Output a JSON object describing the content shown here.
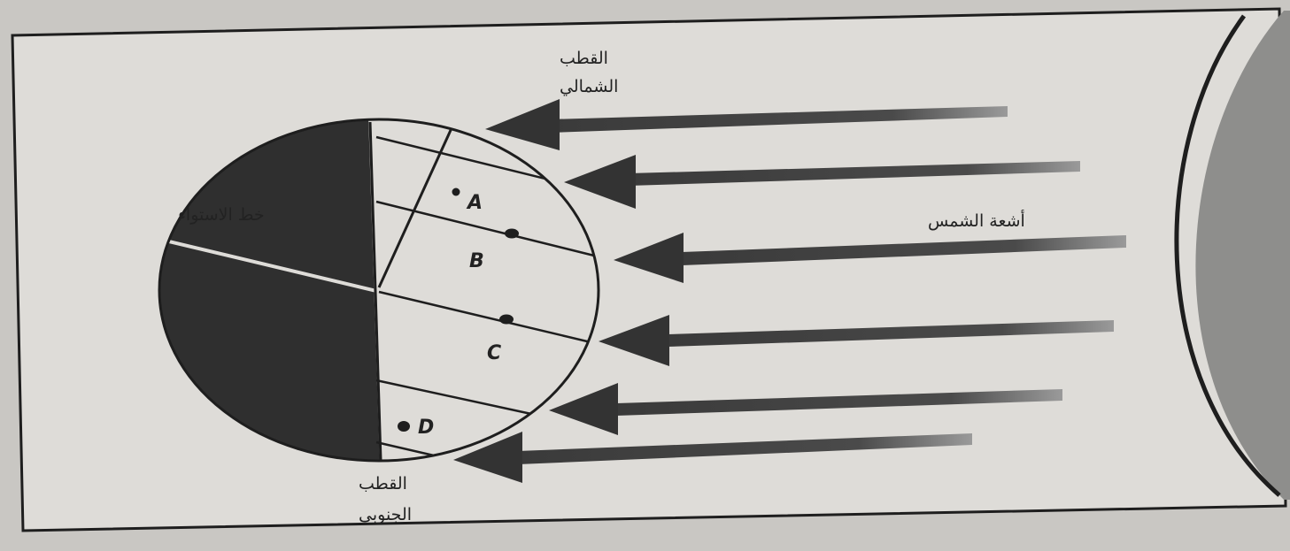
{
  "labels": {
    "north_pole_line1": "القطب",
    "north_pole_line2": "الشمالي",
    "south_pole_line1": "القطب",
    "south_pole_line2": "الجنوبي",
    "equator": "خط الاستواء",
    "sun_rays": "أشعة الشمس"
  },
  "points": {
    "a": "A",
    "b": "B",
    "c": "C",
    "d": "D"
  },
  "colors": {
    "page_bg": "#c9c7c3",
    "panel_bg": "#dedcd8",
    "night_side": "#2f2f2f",
    "ink": "#222222",
    "sun_fill": "#8e8e8c"
  }
}
